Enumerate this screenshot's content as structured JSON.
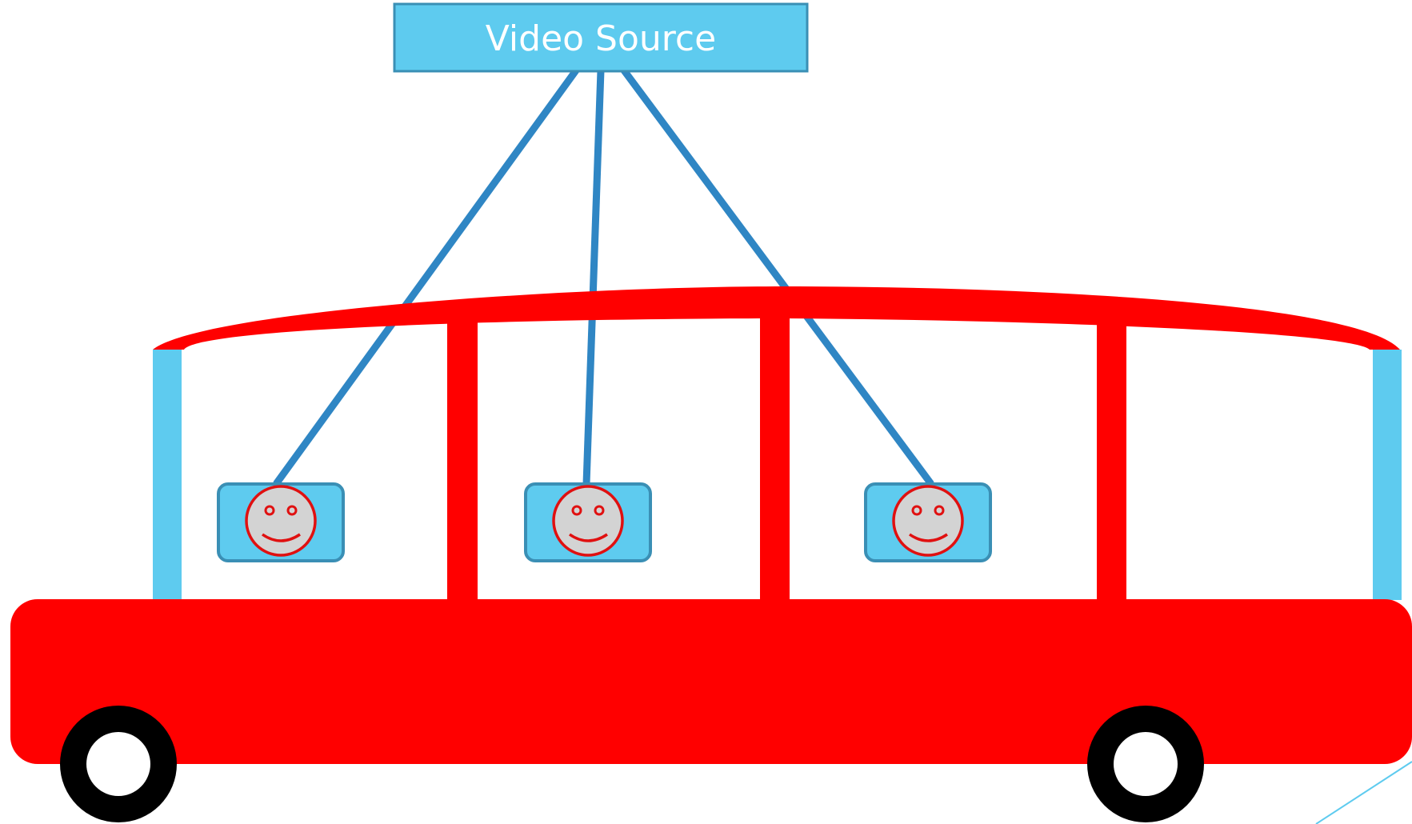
{
  "video_source": {
    "label": "Video Source"
  },
  "screens": [
    {
      "name": "screen-1",
      "icon": "smiley-face-icon"
    },
    {
      "name": "screen-2",
      "icon": "smiley-face-icon"
    },
    {
      "name": "screen-3",
      "icon": "smiley-face-icon"
    }
  ],
  "colors": {
    "source_box_fill": "#5ecbef",
    "source_box_stroke": "#3a8fb5",
    "cable": "#2f86c4",
    "bus_body": "#ff0000",
    "pillar_light": "#5ecbef",
    "screen_fill": "#5ecbef",
    "face_fill": "#d3d3d3",
    "face_stroke": "#e01010",
    "wheel": "#000000",
    "hub": "#ffffff"
  }
}
